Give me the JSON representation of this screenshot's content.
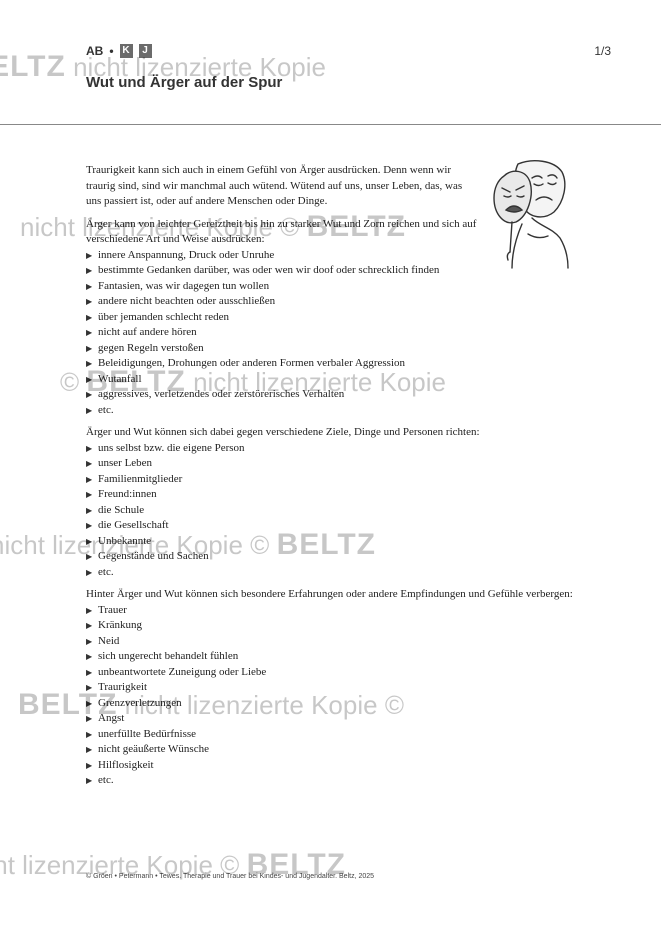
{
  "header": {
    "type_label": "AB",
    "level_a": "K",
    "level_b": "J",
    "title": "Wut und Ärger auf der Spur",
    "page": "1/3"
  },
  "intro": "Traurigkeit kann sich auch in einem Gefühl von Ärger ausdrücken. Denn wenn wir traurig sind, sind wir manchmal auch wütend. Wütend auf uns, unser Leben, das, was uns passiert ist, oder auf andere Menschen oder Dinge.",
  "section1": {
    "lead": "Ärger kann von leichter Gereiztheit bis hin zu starker Wut und Zorn reichen und sich auf verschiedene Art und Weise ausdrücken:",
    "items": [
      "innere Anspannung, Druck oder Unruhe",
      "bestimmte Gedanken darüber, was oder wen wir doof oder schrecklich finden",
      "Fantasien, was wir dagegen tun wollen",
      "andere nicht beachten oder ausschließen",
      "über jemanden schlecht reden",
      "nicht auf andere hören",
      "gegen Regeln verstoßen",
      "Beleidigungen, Drohungen oder anderen Formen verbaler Aggression",
      "Wutanfall",
      "aggressives, verletzendes oder zerstörerisches Verhalten",
      "etc."
    ]
  },
  "section2": {
    "lead": "Ärger und Wut können sich dabei gegen verschiedene Ziele, Dinge und Personen richten:",
    "items": [
      "uns selbst bzw. die eigene Person",
      "unser Leben",
      "Familienmitglieder",
      "Freund:innen",
      "die Schule",
      "die Gesellschaft",
      "Unbekannte",
      "Gegenstände und Sachen",
      "etc."
    ]
  },
  "section3": {
    "lead": "Hinter Ärger und Wut können sich besondere Erfahrungen oder andere Empfindungen und Gefühle verbergen:",
    "items": [
      "Trauer",
      "Kränkung",
      "Neid",
      "sich ungerecht behandelt fühlen",
      "unbeantwortete Zuneigung oder Liebe",
      "Traurigkeit",
      "Grenzverletzungen",
      "Angst",
      "unerfüllte Bedürfnisse",
      "nicht geäußerte Wünsche",
      "Hilflosigkeit",
      "etc."
    ]
  },
  "footer": "© Gröen • Petermann • Tewes. Therapie und Trauer bei Kindes- und Jugendalter. Beltz, 2025",
  "watermark": {
    "logo": "BELTZ",
    "copy": "©",
    "text": "nicht lizenzierte Kopie"
  }
}
